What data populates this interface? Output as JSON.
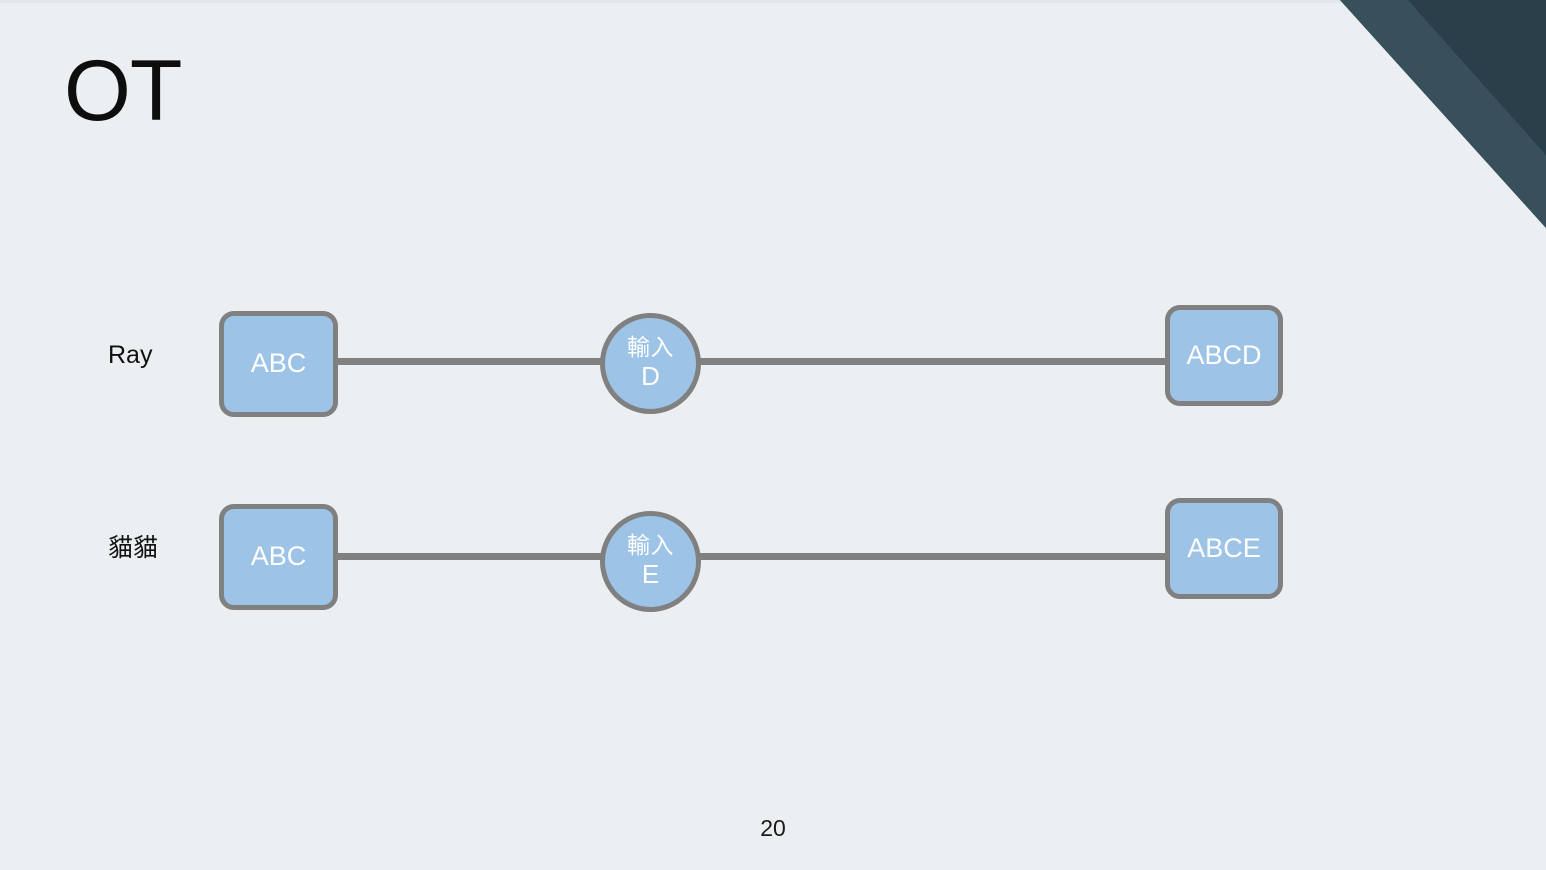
{
  "slide": {
    "title": "OT",
    "page_number": "20",
    "background_color": "#ebeff2",
    "accent_color": "#9dc3e6",
    "stroke_color": "#808080",
    "deco_color_dark": "#2a3f4a",
    "deco_color_light": "#37505c"
  },
  "diagram": {
    "type": "timeline",
    "rows": [
      {
        "label": "Ray",
        "nodes": [
          {
            "kind": "box",
            "text": "ABC"
          },
          {
            "kind": "circle",
            "line1": "輸入",
            "line2": "D"
          },
          {
            "kind": "box",
            "text": "ABCD"
          }
        ]
      },
      {
        "label": "貓貓",
        "nodes": [
          {
            "kind": "box",
            "text": "ABC"
          },
          {
            "kind": "circle",
            "line1": "輸入",
            "line2": "E"
          },
          {
            "kind": "box",
            "text": "ABCE"
          }
        ]
      }
    ]
  }
}
